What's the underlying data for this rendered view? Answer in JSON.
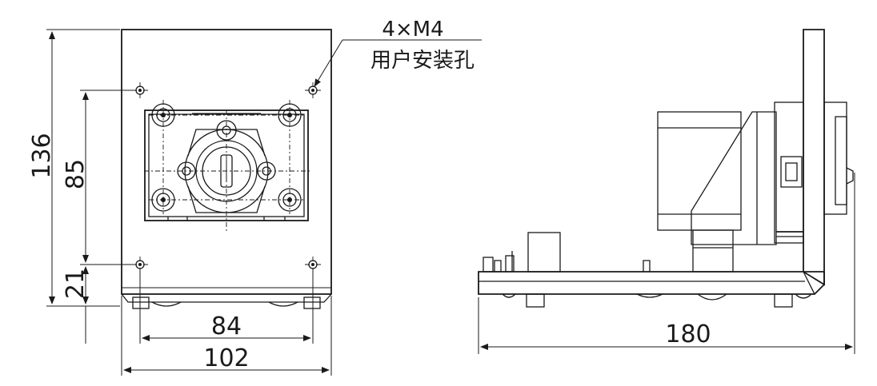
{
  "callout": {
    "thread": "4×M4",
    "purpose": "用户安装孔"
  },
  "dimensions": {
    "overall_height": "136",
    "hole_spacing_vertical": "85",
    "hole_offset_bottom": "21",
    "hole_spacing_horizontal": "84",
    "overall_width": "102",
    "side_length": "180"
  }
}
